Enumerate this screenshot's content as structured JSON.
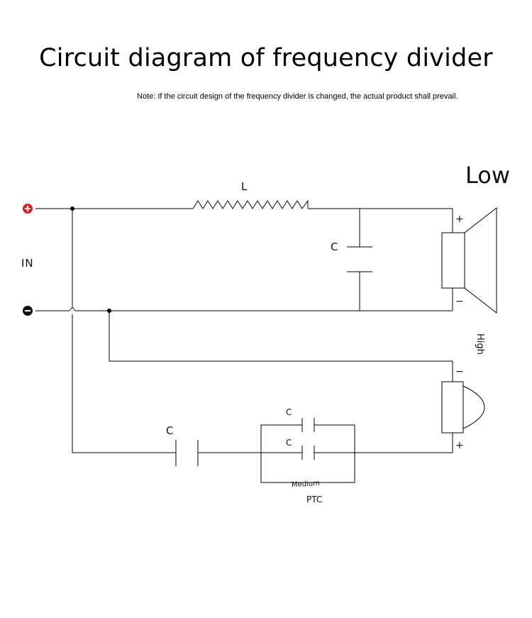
{
  "title": "Circuit diagram of frequency divider",
  "note": "Note: If the circuit design of the frequency divider is changed, the actual product shall prevail.",
  "input": {
    "label": "IN",
    "positive_symbol": "+",
    "negative_symbol": "−",
    "positive_color": "#e02020",
    "negative_color": "#111111"
  },
  "low_section": {
    "heading": "Low",
    "inductor_label": "L",
    "capacitor_label": "C",
    "speaker_plus": "+",
    "speaker_minus": "−"
  },
  "high_section": {
    "heading": "High",
    "speaker_plus": "+",
    "speaker_minus": "−"
  },
  "medium_section": {
    "series_capacitor_label": "C",
    "parallel_capacitor_top_label": "C",
    "parallel_capacitor_bottom_label": "C",
    "medium_label": "Medium",
    "ptc_label": "PTC"
  }
}
